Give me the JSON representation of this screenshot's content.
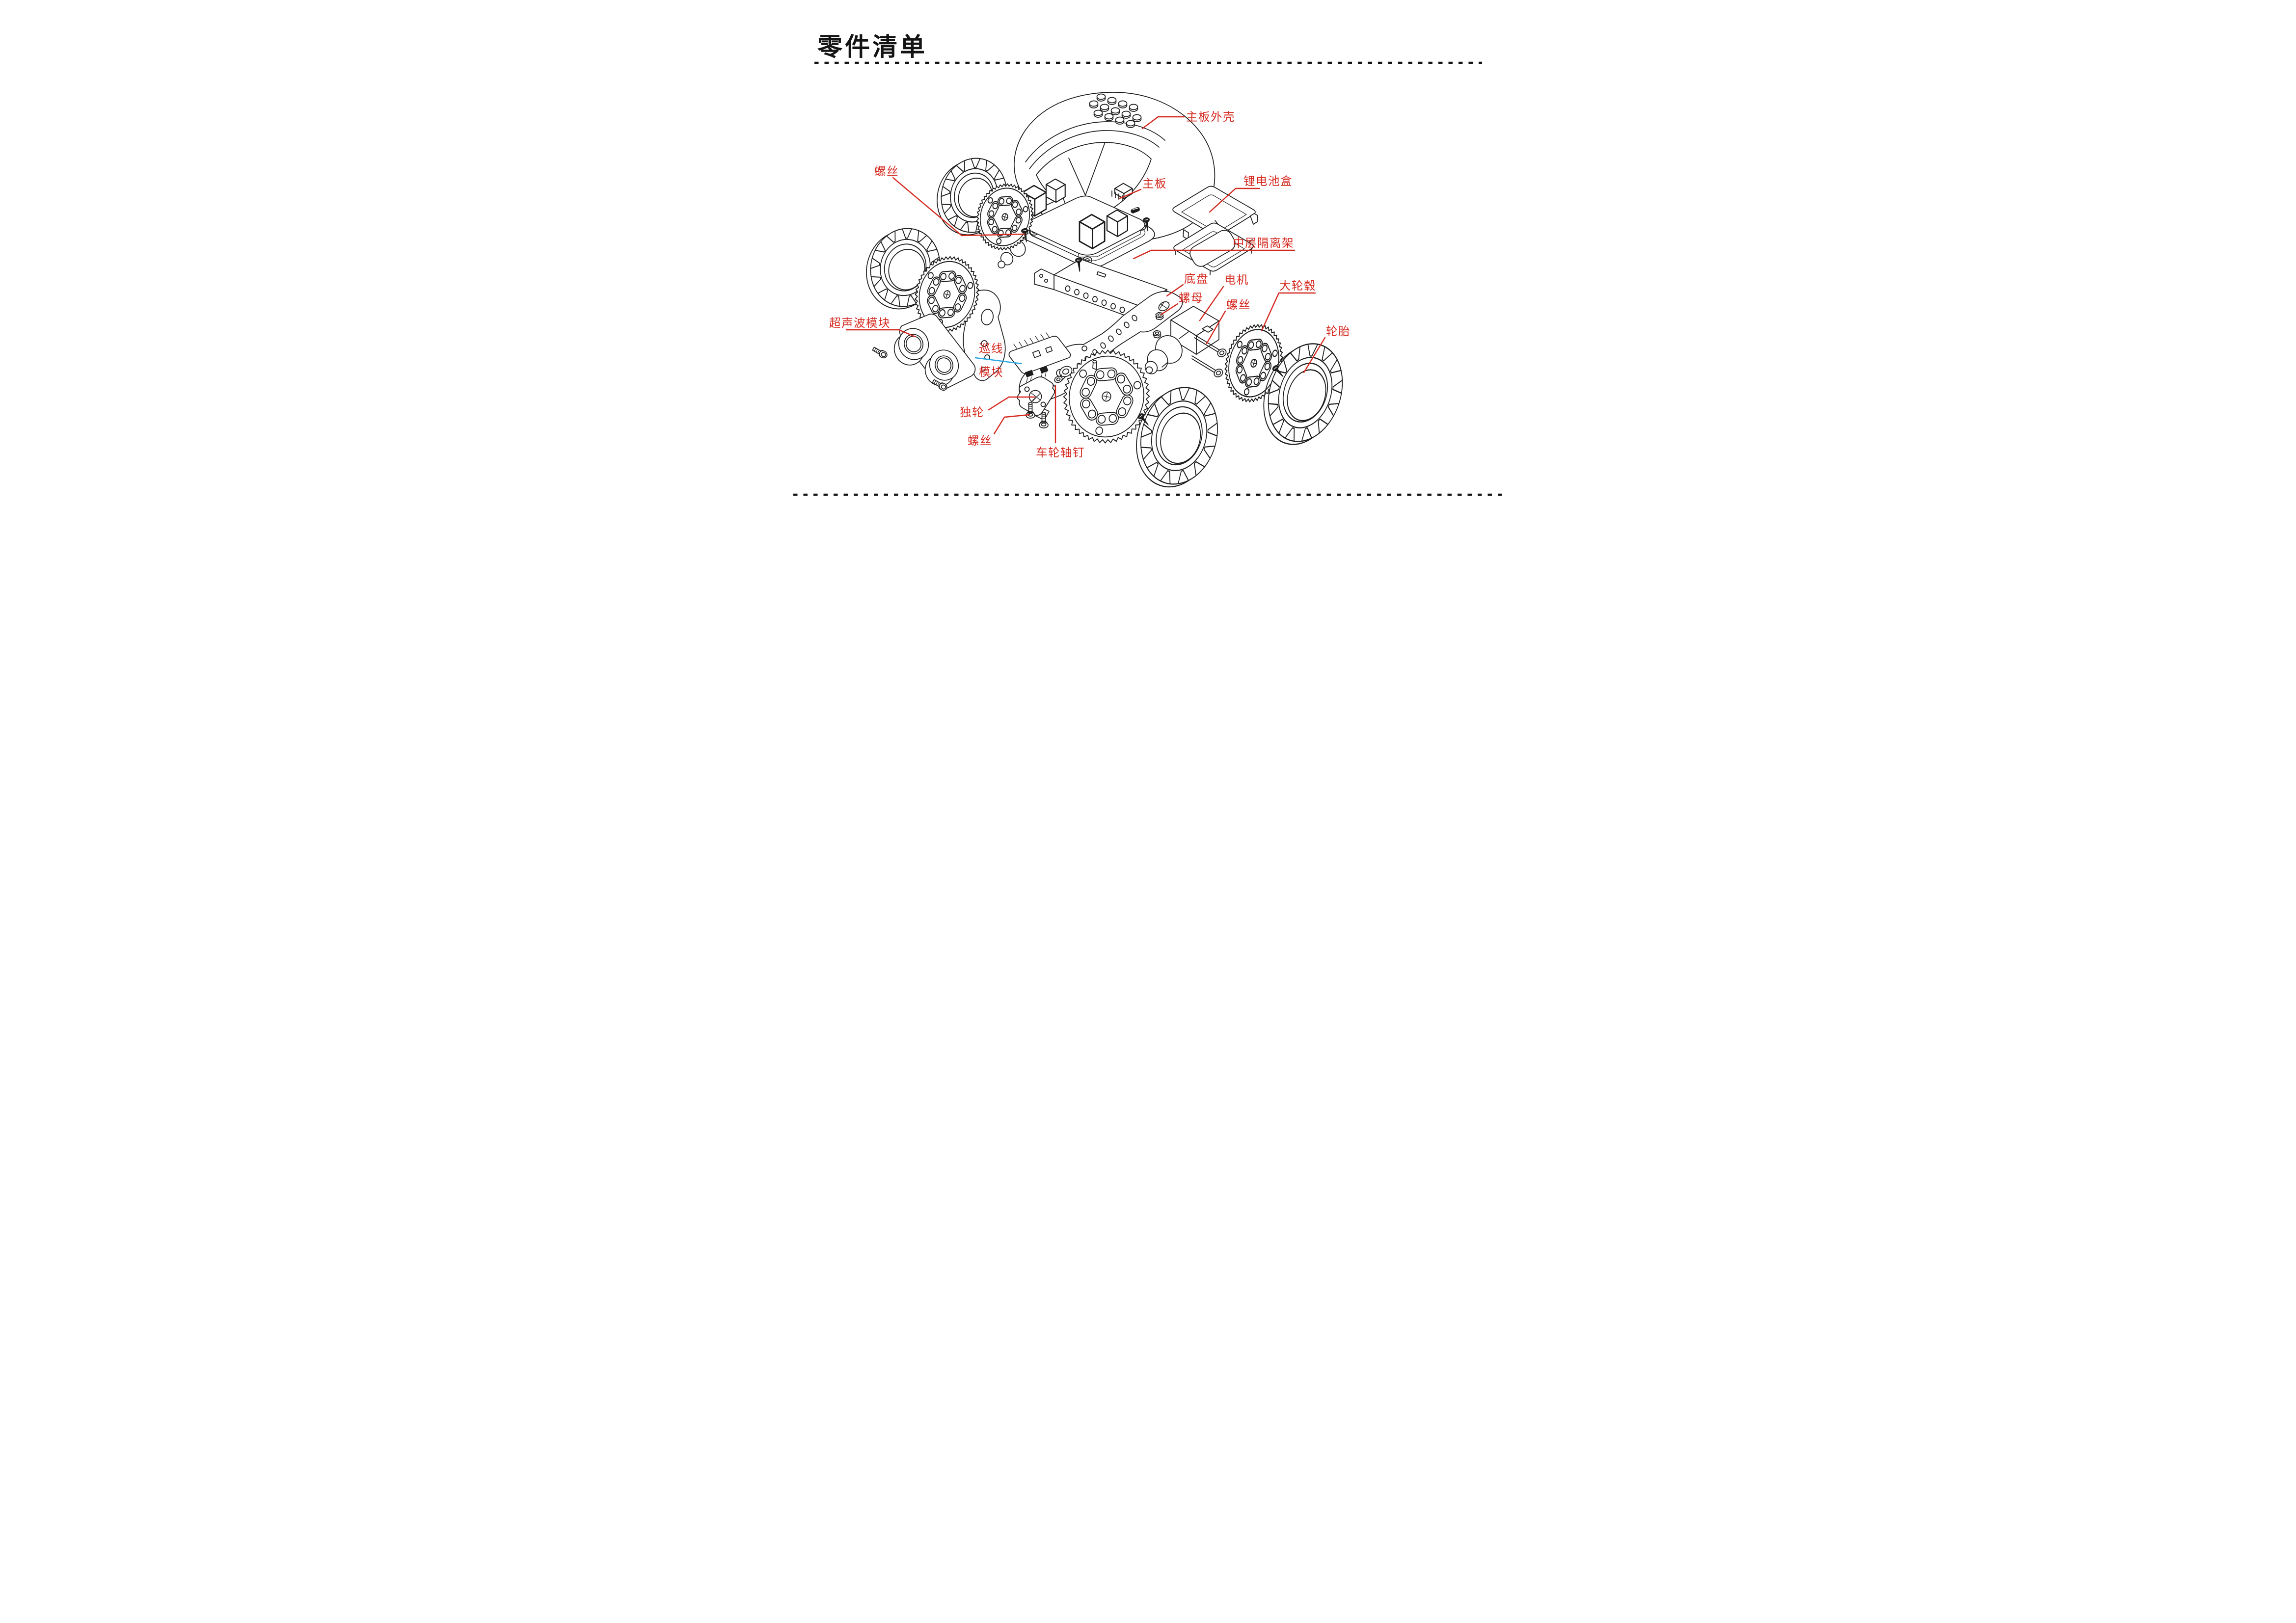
{
  "page": {
    "title": "零件清单",
    "language": "zh-CN",
    "kind": "exploded-parts-diagram"
  },
  "colors": {
    "label_red": "#d5281e",
    "line_follow_leader_blue": "#2ba8e2",
    "artwork_black": "#1c1c1c",
    "background": "#ffffff"
  },
  "parts": [
    {
      "id": "mainboard-shell",
      "label": "主板外壳"
    },
    {
      "id": "mainboard",
      "label": "主板"
    },
    {
      "id": "battery-box",
      "label": "锂电池盒"
    },
    {
      "id": "middle-frame",
      "label": "中层隔离架"
    },
    {
      "id": "chassis",
      "label": "底盘"
    },
    {
      "id": "nut",
      "label": "螺母"
    },
    {
      "id": "motor",
      "label": "电机"
    },
    {
      "id": "motor-screw",
      "label": "螺丝"
    },
    {
      "id": "big-wheel-hub",
      "label": "大轮毂"
    },
    {
      "id": "tire",
      "label": "轮胎"
    },
    {
      "id": "deck-screw",
      "label": "螺丝"
    },
    {
      "id": "ultrasonic-module",
      "label": "超声波模块"
    },
    {
      "id": "line-follow-module",
      "label": "巡线",
      "label_line2": "模块"
    },
    {
      "id": "caster-wheel",
      "label": "独轮"
    },
    {
      "id": "caster-screw",
      "label": "螺丝"
    },
    {
      "id": "wheel-axle-pin",
      "label": "车轮轴钉"
    }
  ]
}
